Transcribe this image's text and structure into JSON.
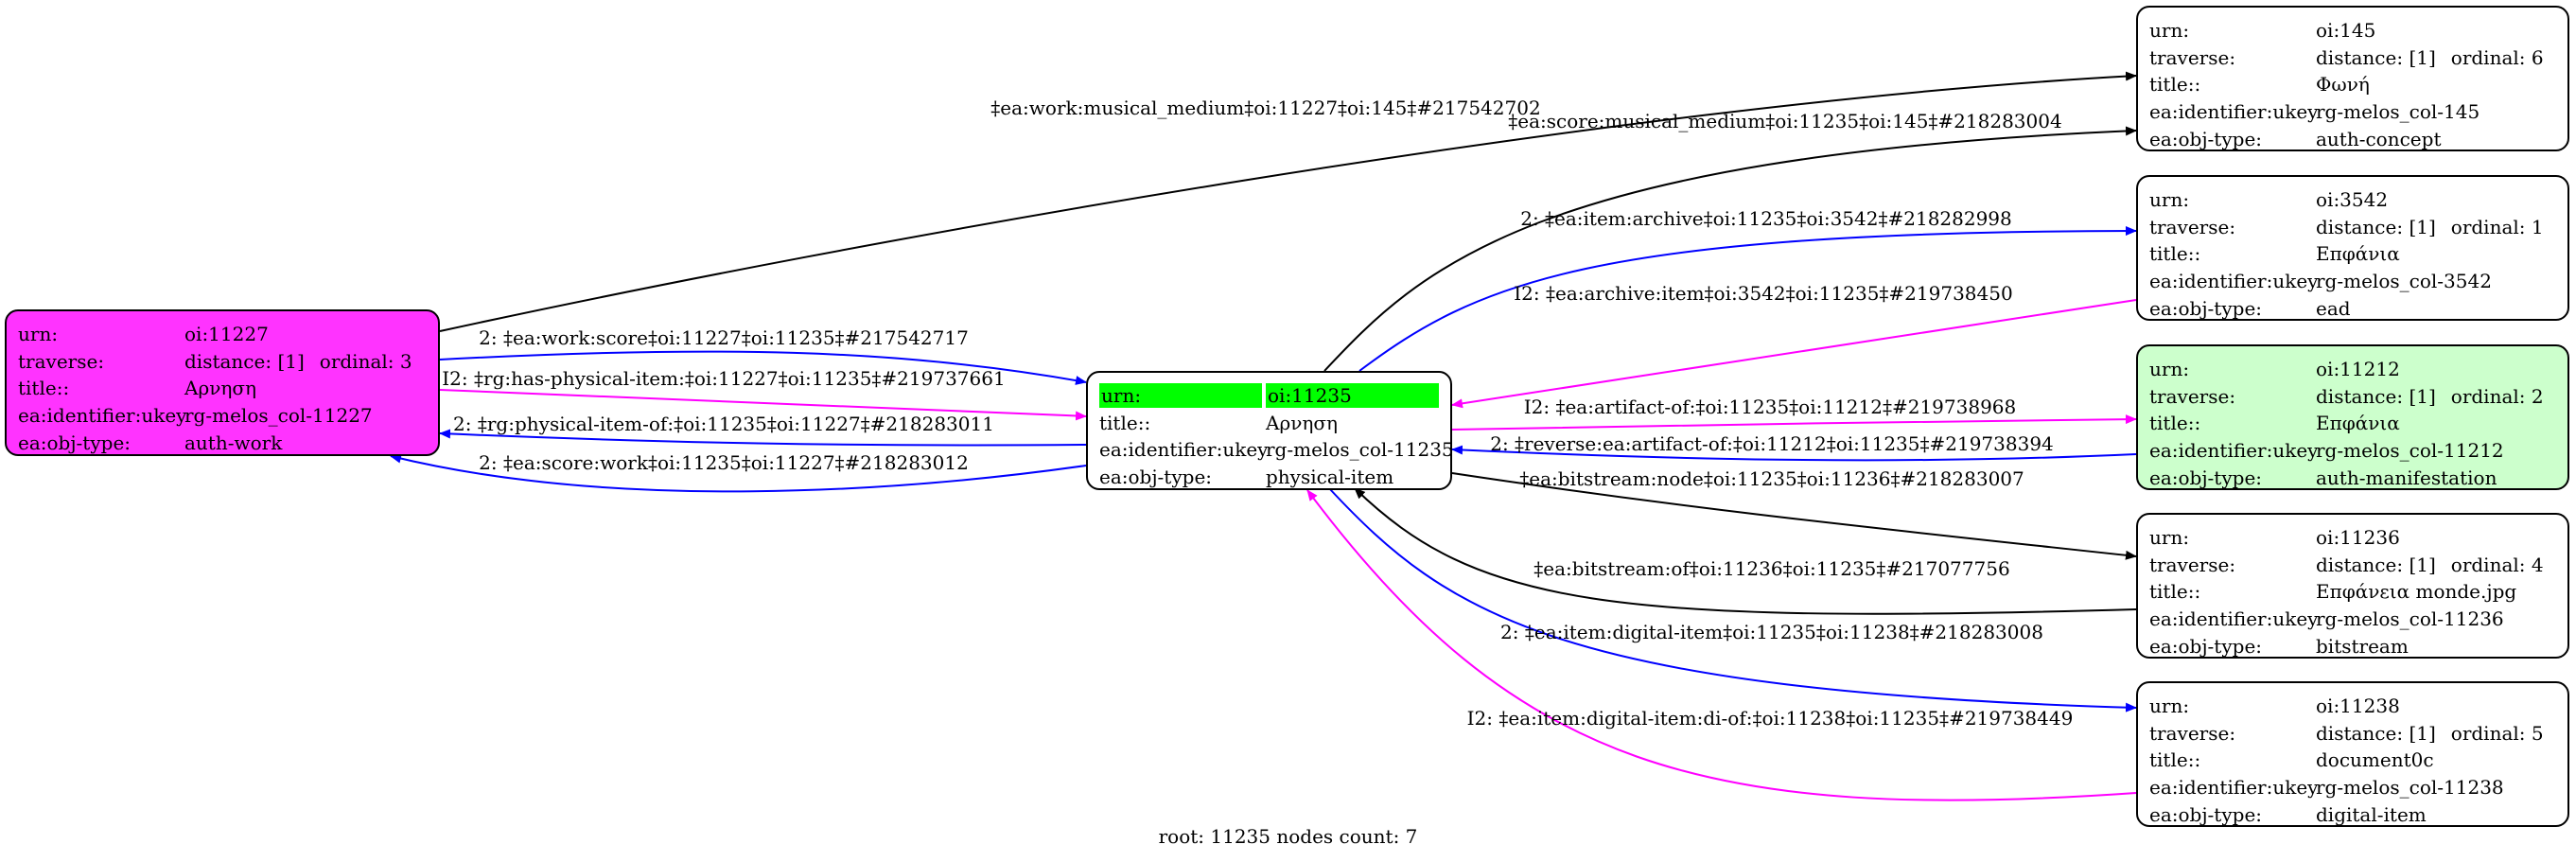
{
  "nodes": {
    "n11227": {
      "urn_key": "urn:",
      "urn": "oi:11227",
      "traverse_key": "traverse:",
      "distance": "distance: [1]",
      "ordinal": "ordinal: 3",
      "title_key": "title::",
      "title": "Αρνηση",
      "ukey_key": "ea:identifier:ukey",
      "ukey": "rg-melos_col-11227",
      "type_key": "ea:obj-type:",
      "type": "auth-work"
    },
    "n11235": {
      "urn_key": "urn:",
      "urn": "oi:11235",
      "title_key": "title::",
      "title": "Αρνηση",
      "ukey_key": "ea:identifier:ukey",
      "ukey": "rg-melos_col-11235",
      "type_key": "ea:obj-type:",
      "type": "physical-item"
    },
    "n145": {
      "urn_key": "urn:",
      "urn": "oi:145",
      "traverse_key": "traverse:",
      "distance": "distance: [1]",
      "ordinal": "ordinal: 6",
      "title_key": "title::",
      "title": "Φωνή",
      "ukey_key": "ea:identifier:ukey",
      "ukey": "rg-melos_col-145",
      "type_key": "ea:obj-type:",
      "type": "auth-concept"
    },
    "n3542": {
      "urn_key": "urn:",
      "urn": "oi:3542",
      "traverse_key": "traverse:",
      "distance": "distance: [1]",
      "ordinal": "ordinal: 1",
      "title_key": "title::",
      "title": "Επφάνια",
      "ukey_key": "ea:identifier:ukey",
      "ukey": "rg-melos_col-3542",
      "type_key": "ea:obj-type:",
      "type": "ead"
    },
    "n11212": {
      "urn_key": "urn:",
      "urn": "oi:11212",
      "traverse_key": "traverse:",
      "distance": "distance: [1]",
      "ordinal": "ordinal: 2",
      "title_key": "title::",
      "title": "Επφάνια",
      "ukey_key": "ea:identifier:ukey",
      "ukey": "rg-melos_col-11212",
      "type_key": "ea:obj-type:",
      "type": "auth-manifestation"
    },
    "n11236": {
      "urn_key": "urn:",
      "urn": "oi:11236",
      "traverse_key": "traverse:",
      "distance": "distance: [1]",
      "ordinal": "ordinal: 4",
      "title_key": "title::",
      "title": "Επφάνεια monde.jpg",
      "ukey_key": "ea:identifier:ukey",
      "ukey": "rg-melos_col-11236",
      "type_key": "ea:obj-type:",
      "type": "bitstream"
    },
    "n11238": {
      "urn_key": "urn:",
      "urn": "oi:11238",
      "traverse_key": "traverse:",
      "distance": "distance: [1]",
      "ordinal": "ordinal: 5",
      "title_key": "title::",
      "title": "document0c",
      "ukey_key": "ea:identifier:ukey",
      "ukey": "rg-melos_col-11238",
      "type_key": "ea:obj-type:",
      "type": "digital-item"
    }
  },
  "edge_labels": {
    "e1": "‡ea:work:musical_medium‡oi:11227‡oi:145‡#217542702",
    "e2": "‡ea:score:musical_medium‡oi:11235‡oi:145‡#218283004",
    "e3": "2: ‡ea:item:archive‡oi:11235‡oi:3542‡#218282998",
    "e4": "I2: ‡ea:archive:item‡oi:3542‡oi:11235‡#219738450",
    "e5": "2: ‡ea:work:score‡oi:11227‡oi:11235‡#217542717",
    "e6": "I2: ‡rg:has-physical-item:‡oi:11227‡oi:11235‡#219737661",
    "e7": "2: ‡rg:physical-item-of:‡oi:11235‡oi:11227‡#218283011",
    "e8": "2: ‡ea:score:work‡oi:11235‡oi:11227‡#218283012",
    "e9": "I2: ‡ea:artifact-of:‡oi:11235‡oi:11212‡#219738968",
    "e10": "2: ‡reverse:ea:artifact-of:‡oi:11212‡oi:11235‡#219738394",
    "e11": "‡ea:bitstream:node‡oi:11235‡oi:11236‡#218283007",
    "e12": "‡ea:bitstream:of‡oi:11236‡oi:11235‡#217077756",
    "e13": "2: ‡ea:item:digital-item‡oi:11235‡oi:11238‡#218283008",
    "e14": "I2: ‡ea:item:digital-item:di-of:‡oi:11238‡oi:11235‡#219738449"
  },
  "colors": {
    "magenta_node": "#ff33ff",
    "green_node": "#ccffcc",
    "highlight": "#00ff00",
    "blue_edge": "#0000ff",
    "magenta_edge": "#ff00ff",
    "black_edge": "#000000"
  },
  "footer": "root: 11235 nodes count: 7"
}
